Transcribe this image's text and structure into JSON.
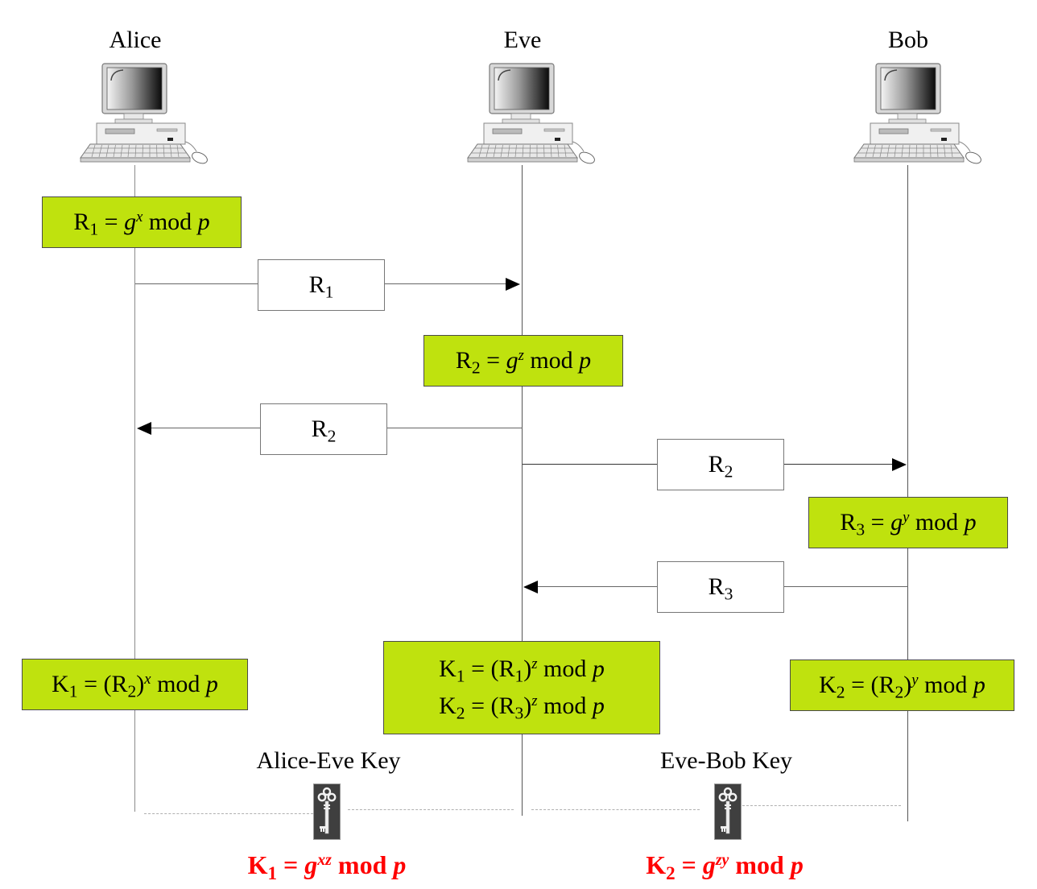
{
  "diagram": {
    "title": "Diffie-Hellman man-in-the-middle attack",
    "colors": {
      "compute_box": "#bfe20e",
      "final_key": "#ff0000"
    },
    "actors": [
      {
        "name": "Alice",
        "icon": "computer-icon"
      },
      {
        "name": "Eve",
        "icon": "computer-icon"
      },
      {
        "name": "Bob",
        "icon": "computer-icon"
      }
    ],
    "steps": {
      "alice_r1": {
        "lhs": "R",
        "lhs_sub": "1",
        "eq": " = ",
        "base": "g",
        "exp": "x",
        "tail": " mod ",
        "mod": "p"
      },
      "msg_alice_eve": {
        "label": "R",
        "sub": "1",
        "direction": "Alice → Eve"
      },
      "eve_r2": {
        "lhs": "R",
        "lhs_sub": "2",
        "eq": " = ",
        "base": "g",
        "exp": "z",
        "tail": " mod ",
        "mod": "p"
      },
      "msg_eve_alice": {
        "label": "R",
        "sub": "2",
        "direction": "Eve → Alice"
      },
      "msg_eve_bob": {
        "label": "R",
        "sub": "2",
        "direction": "Eve → Bob"
      },
      "bob_r3": {
        "lhs": "R",
        "lhs_sub": "3",
        "eq": " = ",
        "base": "g",
        "exp": "y",
        "tail": " mod ",
        "mod": "p"
      },
      "msg_bob_eve": {
        "label": "R",
        "sub": "3",
        "direction": "Bob → Eve"
      },
      "alice_k1": {
        "lhs": "K",
        "lhs_sub": "1",
        "eq": " = (",
        "r": "R",
        "r_sub": "2",
        "close": ")",
        "exp": "x",
        "tail": " mod ",
        "mod": "p"
      },
      "eve_k1": {
        "lhs": "K",
        "lhs_sub": "1",
        "eq": " = (",
        "r": "R",
        "r_sub": "1",
        "close": ")",
        "exp": "z",
        "tail": " mod ",
        "mod": "p"
      },
      "eve_k2": {
        "lhs": "K",
        "lhs_sub": "2",
        "eq": " = (",
        "r": "R",
        "r_sub": "3",
        "close": ")",
        "exp": "z",
        "tail": " mod ",
        "mod": "p"
      },
      "bob_k2": {
        "lhs": "K",
        "lhs_sub": "2",
        "eq": " = (",
        "r": "R",
        "r_sub": "2",
        "close": ")",
        "exp": "y",
        "tail": " mod ",
        "mod": "p"
      }
    },
    "keys": [
      {
        "label": "Alice-Eve Key",
        "icon": "key-icon",
        "lhs": "K",
        "lhs_sub": "1",
        "eq": " = ",
        "base": "g",
        "exp": "xz",
        "tail": " mod ",
        "mod": "p"
      },
      {
        "label": "Eve-Bob Key",
        "icon": "key-icon",
        "lhs": "K",
        "lhs_sub": "2",
        "eq": " = ",
        "base": "g",
        "exp": "zy",
        "tail": " mod ",
        "mod": "p"
      }
    ]
  }
}
